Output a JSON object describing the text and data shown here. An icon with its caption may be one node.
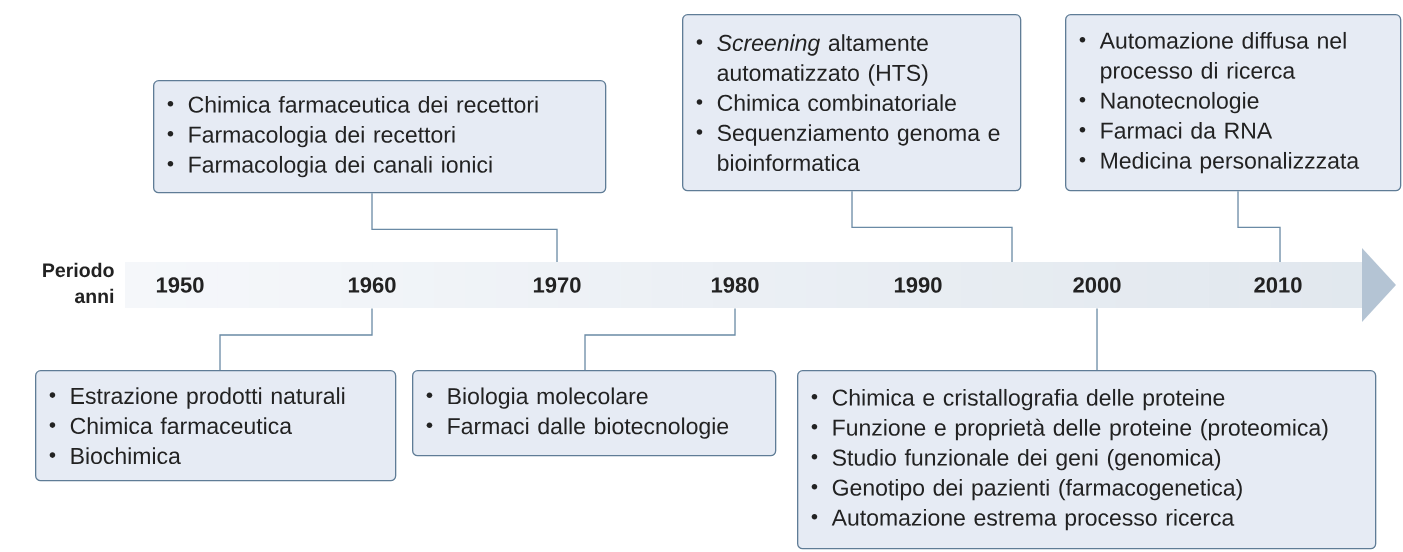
{
  "diagram": {
    "nodes": [
      {
        "text": [
          "Chimica farmaceutica dei recettori",
          "Farmacologia dei recettori",
          "Farmacologia dei canali ionici"
        ]
      },
      {
        "text": [
          "*Screening* altamente automatizzato (HTS)",
          "Chimica combinatoriale",
          "Sequenziamento genoma e bioinformatica"
        ]
      },
      {
        "text": [
          "Automazione diffusa nel processo di ricerca",
          "Nanotecnologie",
          "Farmaci da RNA",
          "Medicina personalizzzata"
        ]
      },
      {
        "text": [
          "Estrazione prodotti naturali",
          "Chimica farmaceutica",
          "Biochimica"
        ]
      },
      {
        "text": [
          "Biologia molecolare",
          "Farmaci dalle biotecnologie"
        ]
      },
      {
        "text": [
          "Chimica e cristallografia delle proteine",
          "Funzione e proprietà delle proteine (proteomica)",
          "Studio funzionale dei geni (genomica)",
          "Genotipo dei pazienti (farmacogenetica)",
          "Automazione estrema processo ricerca"
        ]
      },
      {
        "text": [],
        "shape": "arrow"
      }
    ],
    "edges": [
      {
        "from": 0,
        "to": 6,
        "arrow": "none"
      },
      {
        "from": 1,
        "to": 6,
        "arrow": "none"
      },
      {
        "from": 2,
        "to": 6,
        "arrow": "none"
      },
      {
        "from": 3,
        "to": 6,
        "arrow": "none"
      },
      {
        "from": 4,
        "to": 6,
        "arrow": "none"
      },
      {
        "from": 5,
        "to": 6,
        "arrow": "none"
      }
    ],
    "labels": [
      "Periodo anni",
      "1950",
      "1960",
      "1970",
      "1980",
      "1990",
      "2000",
      "2010"
    ]
  }
}
